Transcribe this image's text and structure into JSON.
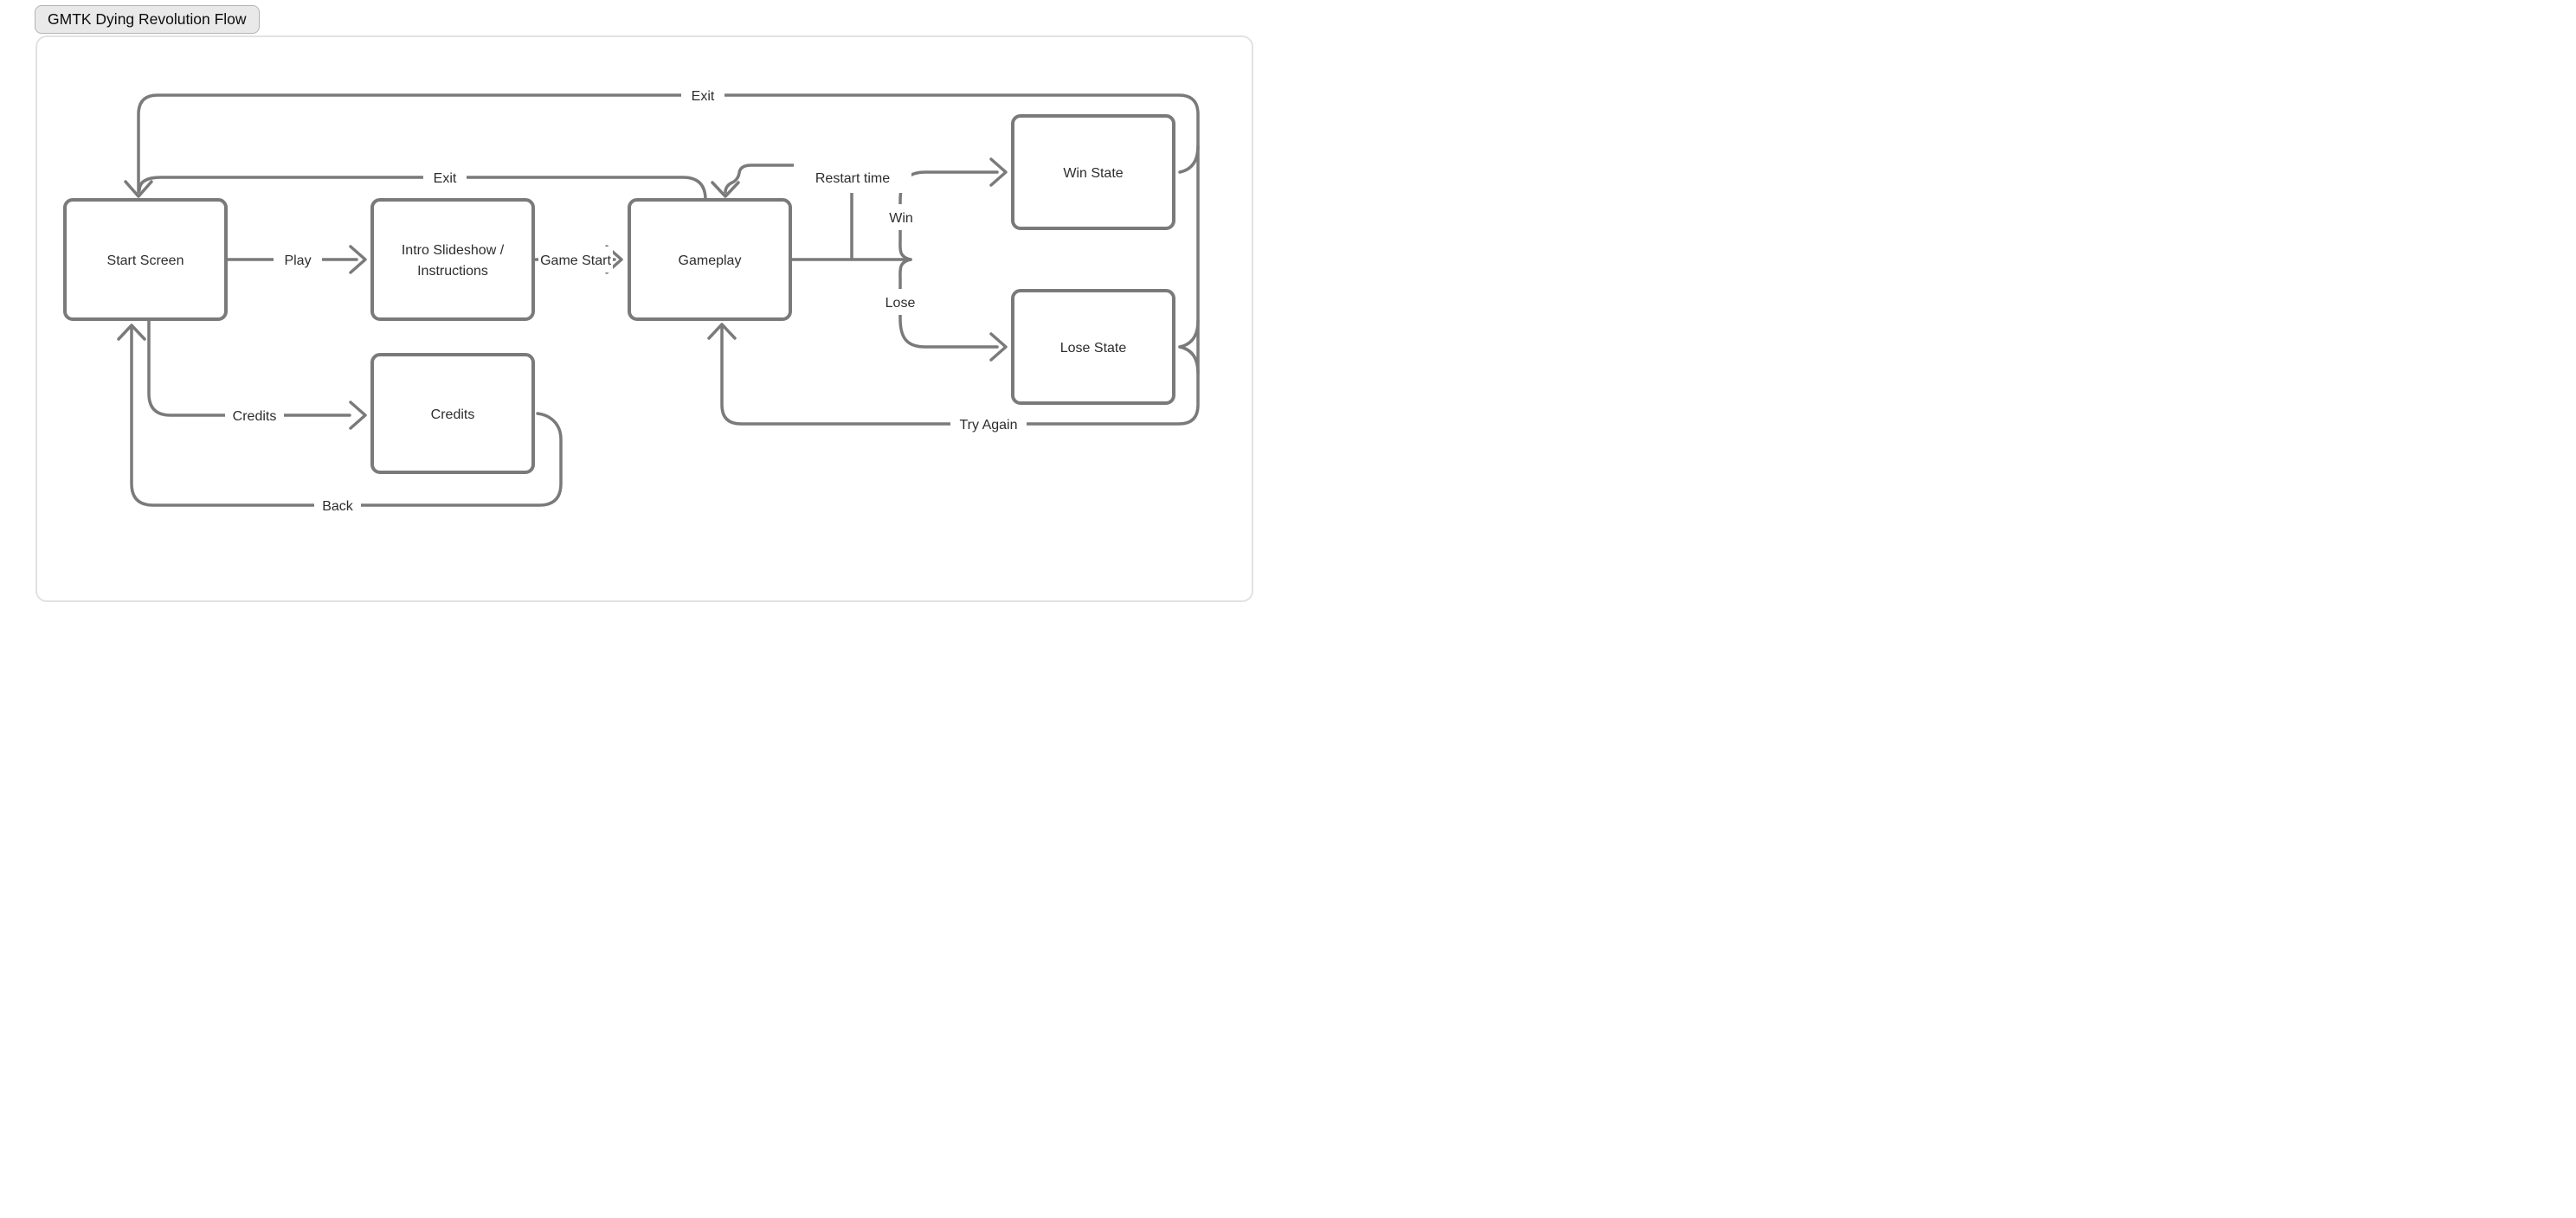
{
  "app": {
    "title_badge": "GMTK Dying Revolution Flow"
  },
  "diagram": {
    "nodes": {
      "start_screen": {
        "label": "Start Screen"
      },
      "intro": {
        "lines": [
          "Intro Slideshow /",
          "Instructions"
        ]
      },
      "gameplay": {
        "label": "Gameplay"
      },
      "win_state": {
        "label": "Win State"
      },
      "lose_state": {
        "label": "Lose State"
      },
      "credits": {
        "label": "Credits"
      }
    },
    "edges": {
      "play": {
        "label": "Play"
      },
      "game_start": {
        "label": "Game Start"
      },
      "exit_gameplay": {
        "label": "Exit"
      },
      "exit_outcomes": {
        "label": "Exit"
      },
      "restart_time": {
        "label": "Restart time"
      },
      "win": {
        "label": "Win"
      },
      "lose": {
        "label": "Lose"
      },
      "try_again": {
        "label": "Try Again"
      },
      "credits_nav": {
        "label": "Credits"
      },
      "back": {
        "label": "Back"
      }
    },
    "colors": {
      "line": "#7a7a7a",
      "text": "#2d2d2d",
      "frame_border": "#e2e2e2",
      "badge_bg": "#e9e9e9"
    }
  }
}
